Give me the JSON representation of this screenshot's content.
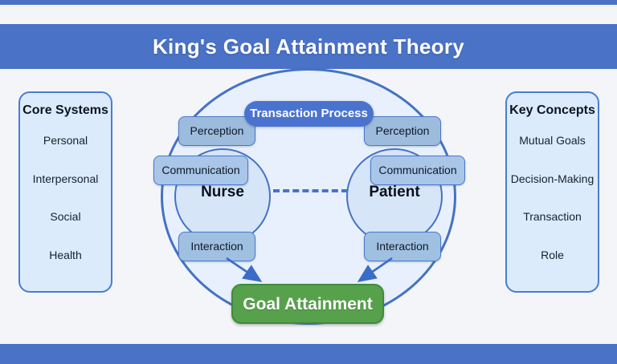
{
  "header": {
    "title": "King's Goal Attainment Theory"
  },
  "left_panel": {
    "title": "Core Systems",
    "items": [
      "Personal",
      "Interpersonal",
      "Social",
      "Health"
    ]
  },
  "right_panel": {
    "title": "Key Concepts",
    "items": [
      "Mutual Goals",
      "Decision-Making",
      "Transaction",
      "Role"
    ]
  },
  "diagram": {
    "transaction_pill_label": "Transaction Process",
    "nurse": {
      "label": "Nurse",
      "boxes": [
        "Perception",
        "Communication",
        "Interaction"
      ]
    },
    "patient": {
      "label": "Patient",
      "boxes": [
        "Perception",
        "Communication",
        "Interaction"
      ]
    },
    "goal_label": "Goal Attainment"
  },
  "colors": {
    "accent_blue": "#4a72c6",
    "pill_blue": "#4a73cf",
    "box_fill_perception": "#9dbbdc",
    "box_fill_communication": "#a9c6e8",
    "box_fill_interaction": "#a0c0e2",
    "panel_fill": "#dcebfc",
    "panel_border": "#4a7cd2",
    "ellipse_fill": "#e7f0fc",
    "circle_fill": "#d7e5f9",
    "outline_blue": "#4472c4",
    "goal_green": "#57a14c",
    "goal_border": "#3f8a3c",
    "background": "#f3f5f9",
    "arrow_blue": "#3a6cc8"
  }
}
